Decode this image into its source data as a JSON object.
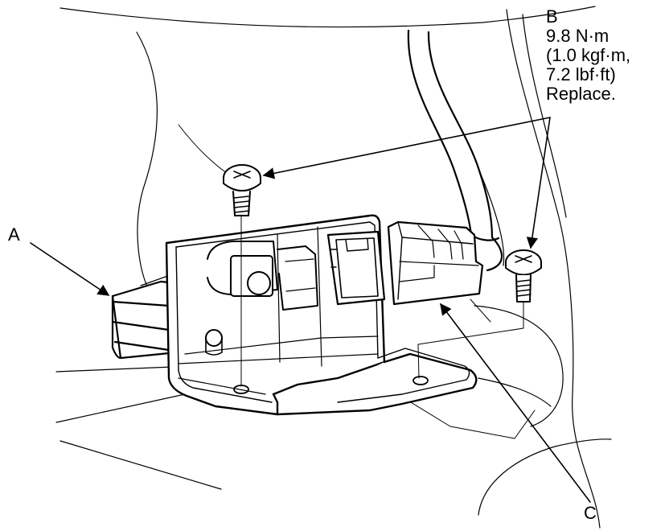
{
  "labels": {
    "a": "A",
    "b": "B",
    "c": "C"
  },
  "spec": {
    "torque_nm": "9.8 N·m",
    "torque_kgfm": "(1.0 kgf·m,",
    "torque_lbfft": "7.2 lbf·ft)",
    "note": "Replace."
  },
  "colors": {
    "line": "#000000",
    "background": "#ffffff"
  }
}
